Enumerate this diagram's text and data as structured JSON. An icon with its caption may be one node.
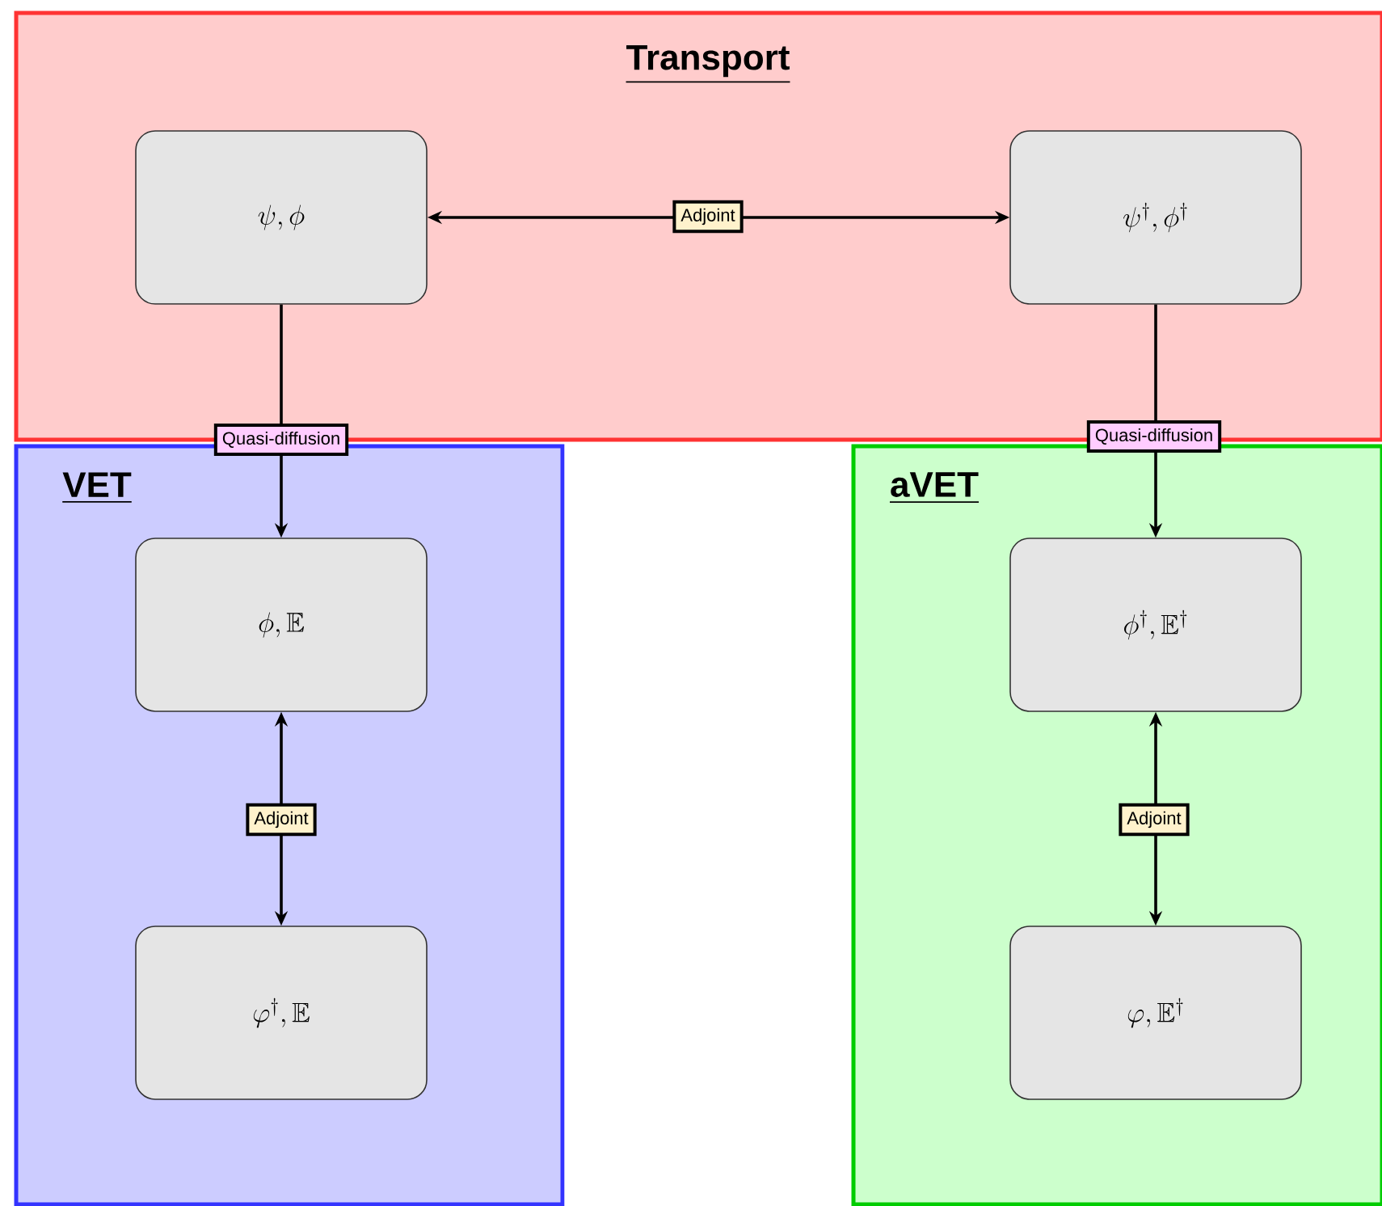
{
  "diagram": {
    "nodes": [
      {
        "text": [
          "Transport"
        ]
      },
      {
        "text": [
          "VET"
        ]
      },
      {
        "text": [
          "aVET"
        ]
      },
      {
        "text": [
          "\\psi, \\phi"
        ],
        "in": 0
      },
      {
        "text": [
          "\\psi^\\dagger, \\phi^\\dagger"
        ],
        "in": 0
      },
      {
        "text": [
          "\\phi, \\mathbb{E}"
        ],
        "in": 1
      },
      {
        "text": [
          "\\varphi^\\dagger, \\mathbb{E}"
        ],
        "in": 1
      },
      {
        "text": [
          "\\phi^\\dagger, \\mathbb{E}^\\dagger"
        ],
        "in": 2
      },
      {
        "text": [
          "\\varphi, \\mathbb{E}^\\dagger"
        ],
        "in": 2
      }
    ],
    "edges": [
      {
        "from": 3,
        "to": 4,
        "arrow": "both",
        "label": "Adjoint"
      },
      {
        "from": 3,
        "to": 5,
        "arrow": "to",
        "label": "Quasi-diffusion"
      },
      {
        "from": 4,
        "to": 7,
        "arrow": "to",
        "label": "Quasi-diffusion"
      },
      {
        "from": 5,
        "to": 6,
        "arrow": "both",
        "label": "Adjoint"
      },
      {
        "from": 7,
        "to": 8,
        "arrow": "both",
        "label": "Adjoint"
      }
    ]
  }
}
